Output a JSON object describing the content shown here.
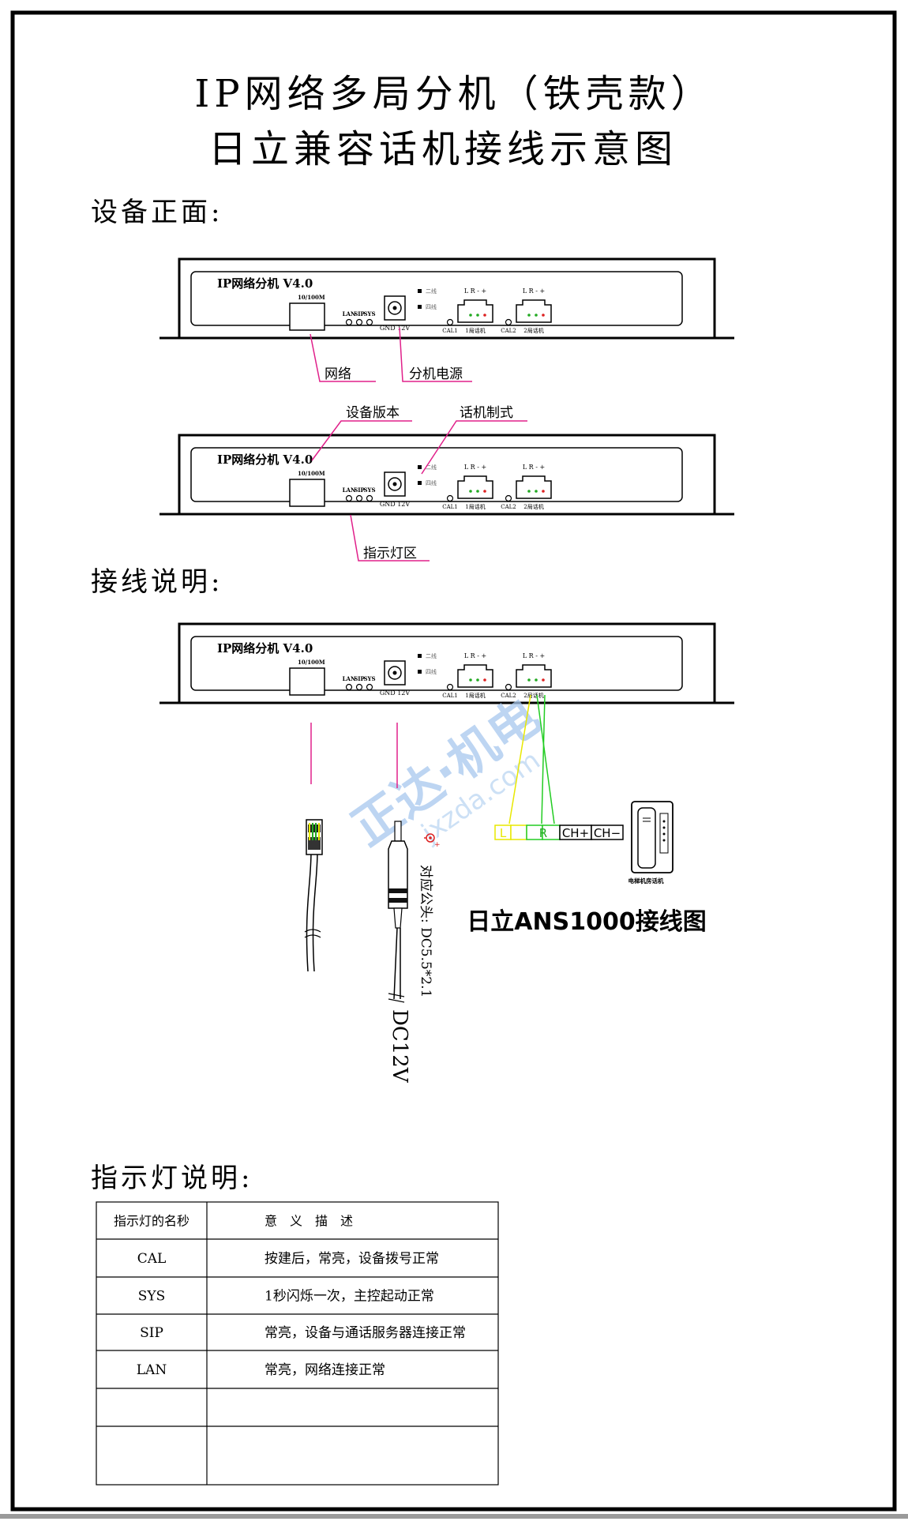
{
  "title": {
    "line1": "IP网络多局分机（铁壳款）",
    "line2": "日立兼容话机接线示意图"
  },
  "sections": {
    "front": "设备正面:",
    "wiring": "接线说明:",
    "indicator": "指示灯说明:"
  },
  "device": {
    "model": "IP网络分机 V4.0",
    "port_label": "10/100M",
    "leds": [
      "LAN",
      "SIP",
      "SYS"
    ],
    "power_label": "GND  12V",
    "mode_two": "二线",
    "mode_four": "四线",
    "pins": "L R - +",
    "cal1": "CAL1",
    "cal2": "CAL2",
    "phone1": "1局话机",
    "phone2": "2局话机"
  },
  "callouts": {
    "network": "网络",
    "power": "分机电源",
    "version": "设备版本",
    "phone_mode": "话机制式",
    "indicator_area": "指示灯区"
  },
  "wiring": {
    "plug_note": "对应公头: DC5.5*2.1",
    "dc_label": "DC12V",
    "terminals": [
      "L",
      "R",
      "CH+",
      "CH−"
    ],
    "phone_caption": "电梯机房话机",
    "diagram_caption": "日立ANS1000接线图",
    "watermark_text": "正达·机电",
    "watermark_url": "jxzda.com"
  },
  "table": {
    "headers": [
      "指示灯的名秒",
      "意　义　描　述"
    ],
    "rows": [
      {
        "name": "CAL",
        "desc": "按建后，常亮，设备拨号正常"
      },
      {
        "name": "SYS",
        "desc": "1秒闪烁一次，主控起动正常"
      },
      {
        "name": "SIP",
        "desc": "常亮，设备与通话服务器连接正常"
      },
      {
        "name": "LAN",
        "desc": "常亮，网络连接正常"
      },
      {
        "name": "",
        "desc": ""
      },
      {
        "name": "",
        "desc": ""
      }
    ]
  },
  "colors": {
    "callout_line": "#e0208a",
    "wire_yellow": "#e8e800",
    "wire_green": "#22cc22",
    "led_green": "#22aa22",
    "led_red": "#dd2222",
    "watermark": "#a8c8ee"
  }
}
